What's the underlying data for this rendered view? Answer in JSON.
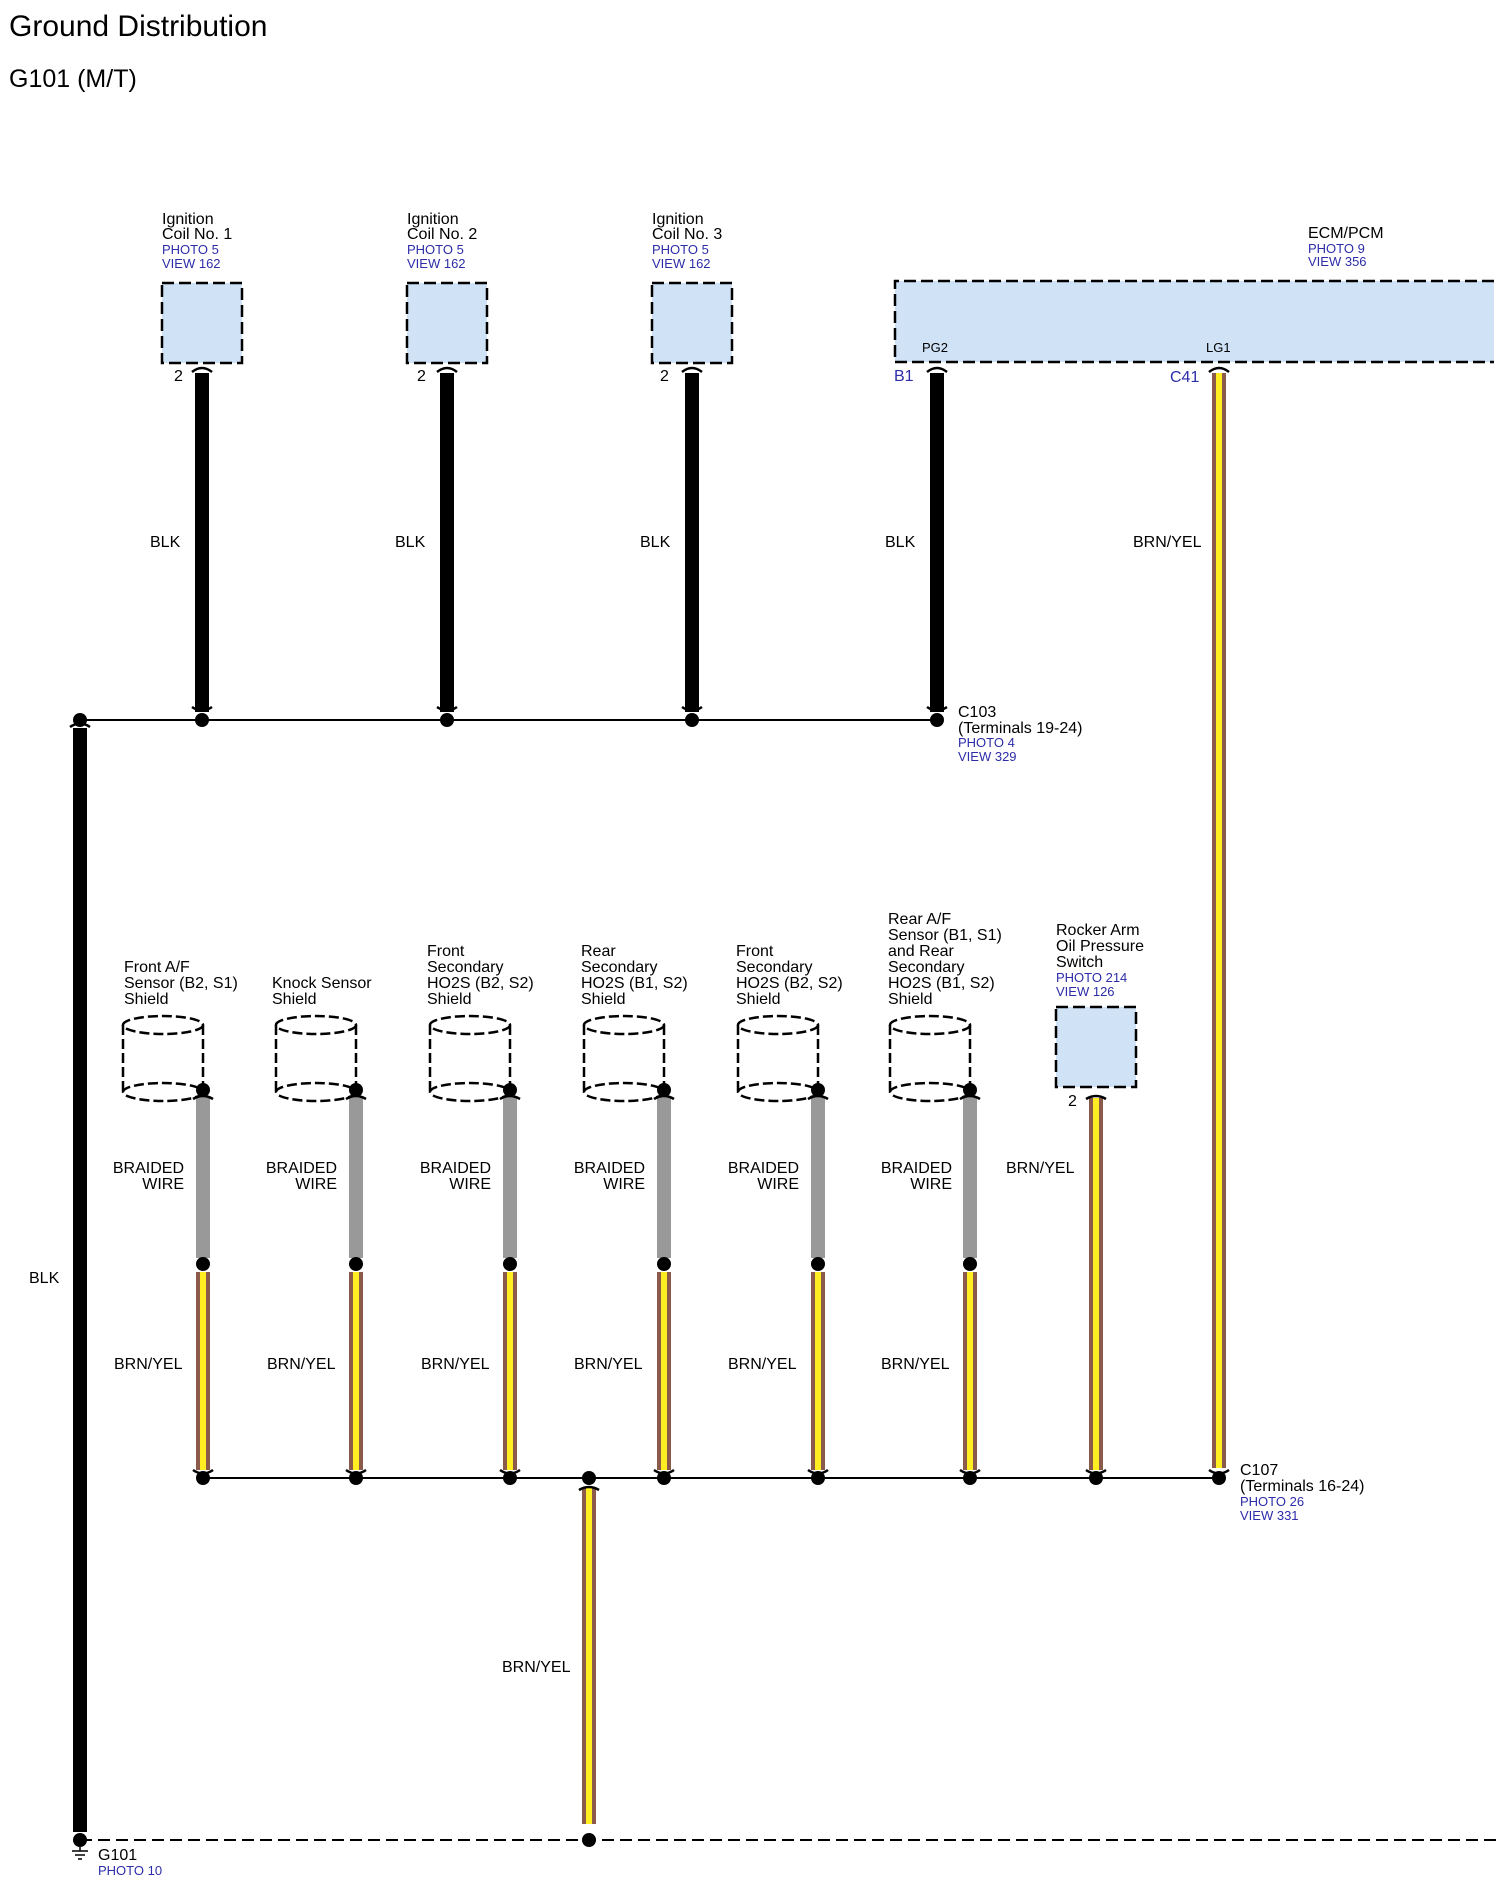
{
  "title": "Ground Distribution",
  "subtitle": "G101 (M/T)",
  "components": {
    "coil1": {
      "lines": [
        "Ignition",
        "Coil No. 1"
      ],
      "photo": "PHOTO 5",
      "view": "VIEW 162",
      "pin": "2"
    },
    "coil2": {
      "lines": [
        "Ignition",
        "Coil No. 2"
      ],
      "photo": "PHOTO 5",
      "view": "VIEW 162",
      "pin": "2"
    },
    "coil3": {
      "lines": [
        "Ignition",
        "Coil No. 3"
      ],
      "photo": "PHOTO 5",
      "view": "VIEW 162",
      "pin": "2"
    },
    "ecm": {
      "name": "ECM/PCM",
      "photo": "PHOTO 9",
      "view": "VIEW 356",
      "pin_pg2": "PG2",
      "pin_lg1": "LG1",
      "term_b1": "B1",
      "term_c41": "C41"
    },
    "rocker": {
      "lines": [
        "Rocker Arm",
        "Oil Pressure",
        "Switch"
      ],
      "photo": "PHOTO 214",
      "view": "VIEW 126",
      "pin": "2"
    }
  },
  "shields": [
    {
      "lines": [
        "Front A/F",
        "Sensor (B2, S1)",
        "Shield"
      ]
    },
    {
      "lines": [
        "Knock Sensor",
        "Shield"
      ]
    },
    {
      "lines": [
        "Front",
        "Secondary",
        "HO2S (B2, S2)",
        "Shield"
      ]
    },
    {
      "lines": [
        "Rear",
        "Secondary",
        "HO2S (B1, S2)",
        "Shield"
      ]
    },
    {
      "lines": [
        "Front",
        "Secondary",
        "HO2S (B2, S2)",
        "Shield"
      ]
    },
    {
      "lines": [
        "Rear A/F",
        "Sensor (B1, S1)",
        "and Rear",
        "Secondary",
        "HO2S (B1, S2)",
        "Shield"
      ]
    }
  ],
  "wires": {
    "blk": "BLK",
    "brn_yel": "BRN/YEL",
    "braided": [
      "BRAIDED",
      "WIRE"
    ]
  },
  "connectors": {
    "c103": {
      "name": "C103",
      "terminals": "(Terminals 19-24)",
      "photo": "PHOTO 4",
      "view": "VIEW 329"
    },
    "c107": {
      "name": "C107",
      "terminals": "(Terminals 16-24)",
      "photo": "PHOTO 26",
      "view": "VIEW 331"
    },
    "g101": {
      "name": "G101",
      "photo": "PHOTO 10"
    }
  },
  "colors": {
    "blk": "#000000",
    "brn": "#8b5a4a",
    "yel": "#ffee22",
    "braided": "#999999",
    "component_fill": "#cfe2f6",
    "ref_text": "#2d2da8"
  }
}
